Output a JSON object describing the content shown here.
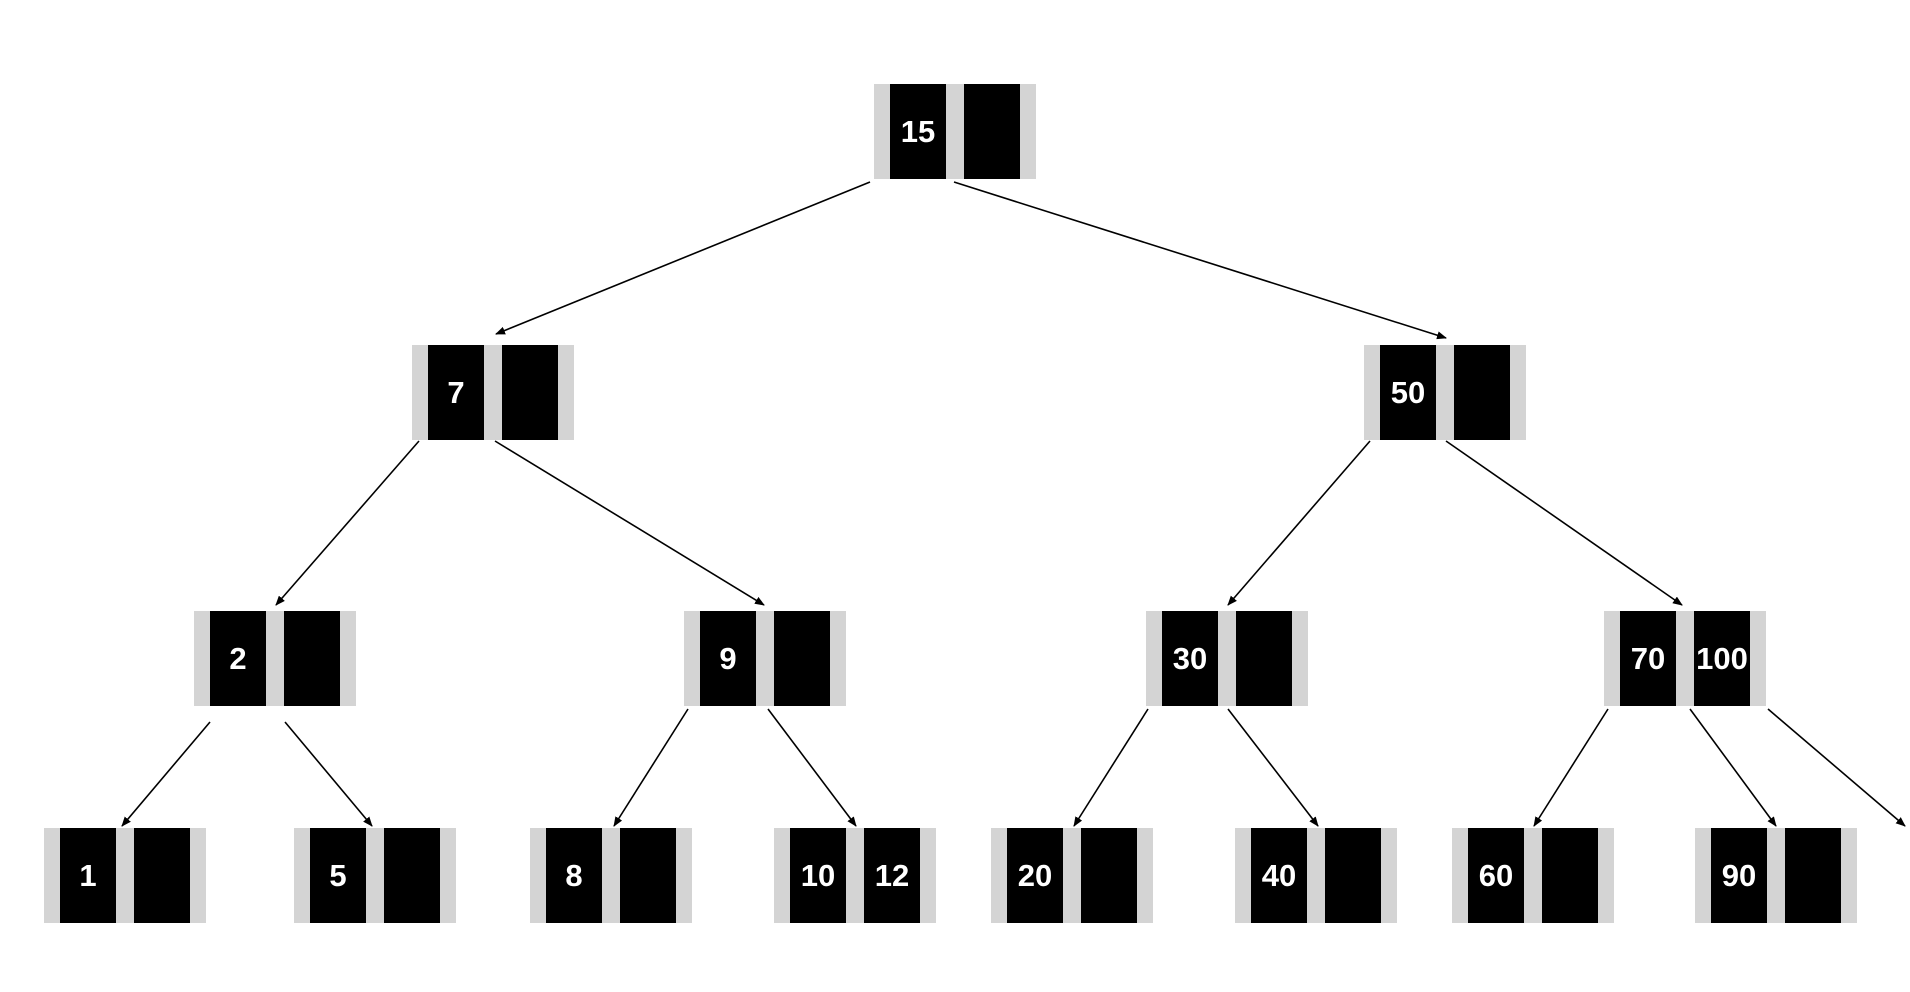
{
  "tree": {
    "nodes": [
      {
        "id": "n15",
        "keys": [
          "15",
          ""
        ]
      },
      {
        "id": "n7",
        "keys": [
          "7",
          ""
        ]
      },
      {
        "id": "n50",
        "keys": [
          "50",
          ""
        ]
      },
      {
        "id": "n2",
        "keys": [
          "2",
          ""
        ]
      },
      {
        "id": "n9",
        "keys": [
          "9",
          ""
        ]
      },
      {
        "id": "n30",
        "keys": [
          "30",
          ""
        ]
      },
      {
        "id": "n70",
        "keys": [
          "70",
          "100"
        ]
      },
      {
        "id": "n1",
        "keys": [
          "1",
          ""
        ]
      },
      {
        "id": "n5",
        "keys": [
          "5",
          ""
        ]
      },
      {
        "id": "n8",
        "keys": [
          "8",
          ""
        ]
      },
      {
        "id": "n10",
        "keys": [
          "10",
          "12"
        ]
      },
      {
        "id": "n20",
        "keys": [
          "20",
          ""
        ]
      },
      {
        "id": "n40",
        "keys": [
          "40",
          ""
        ]
      },
      {
        "id": "n60",
        "keys": [
          "60",
          ""
        ]
      },
      {
        "id": "n90",
        "keys": [
          "90",
          ""
        ]
      }
    ],
    "edges": [
      {
        "from": "n15",
        "to": "n7"
      },
      {
        "from": "n15",
        "to": "n50"
      },
      {
        "from": "n7",
        "to": "n2"
      },
      {
        "from": "n7",
        "to": "n9"
      },
      {
        "from": "n50",
        "to": "n30"
      },
      {
        "from": "n50",
        "to": "n70"
      },
      {
        "from": "n2",
        "to": "n1"
      },
      {
        "from": "n2",
        "to": "n5"
      },
      {
        "from": "n9",
        "to": "n8"
      },
      {
        "from": "n9",
        "to": "n10"
      },
      {
        "from": "n30",
        "to": "n20"
      },
      {
        "from": "n30",
        "to": "n40"
      },
      {
        "from": "n70",
        "to": "n60"
      },
      {
        "from": "n70",
        "to": "n90"
      },
      {
        "from": "n70",
        "to": ""
      }
    ]
  }
}
